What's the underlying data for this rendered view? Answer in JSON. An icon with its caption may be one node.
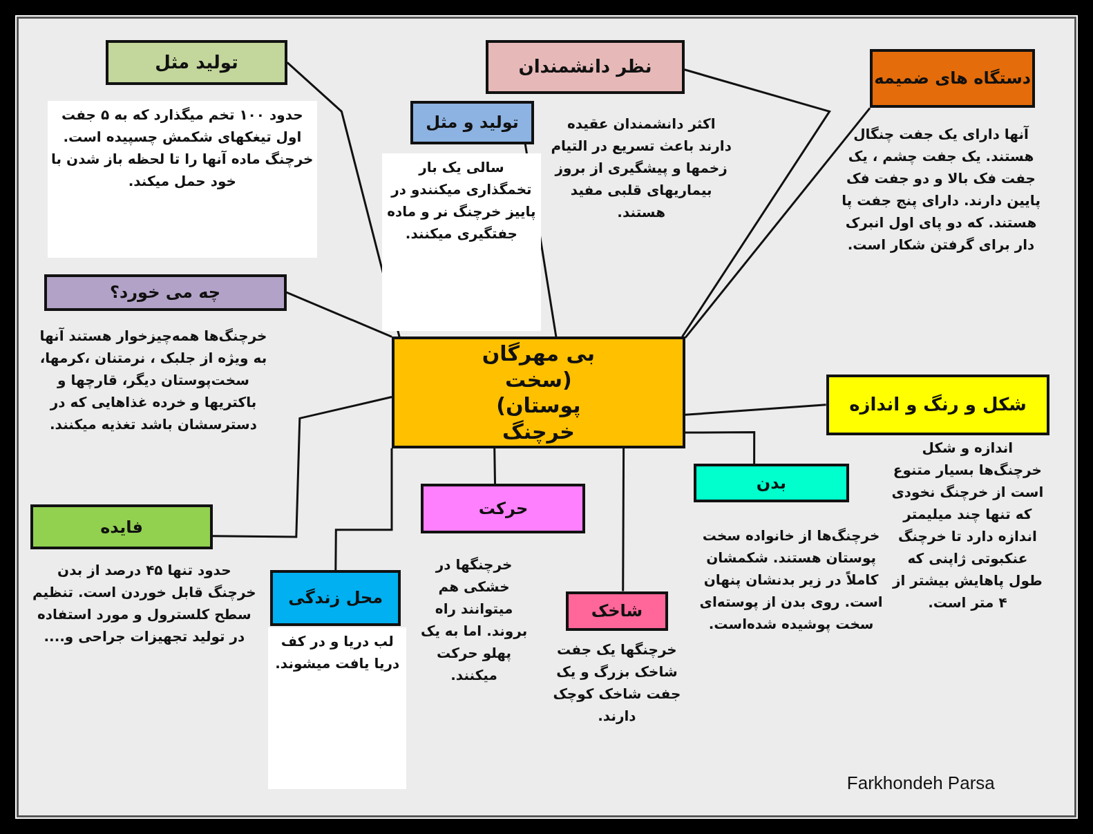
{
  "diagram": {
    "nodes": [
      {
        "text": [
          "بی مهرگان (سخت پوستان) خرچنگ"
        ]
      },
      {
        "text": [
          "تولید مثل"
        ],
        "beside": [
          "حدود ۱۰۰ تخم میگذارد که به ۵ جفت اول تیغکهای شکمش چسپیده است. خرچنگ ماده آنها را تا لحظه باز شدن با خود حمل میکند."
        ]
      },
      {
        "text": [
          "نظر دانشمندان"
        ],
        "beside": [
          "اکثر دانشمندان عقیده دارند باعث تسریع در التیام زخمها و پیشگیری از بروز بیماریهای قلبی مفید هستند."
        ]
      },
      {
        "text": [
          "دستگاه های ضمیمه"
        ],
        "beside": [
          "آنها دارای یک جفت چنگال هستند. یک جفت چشم ، یک جفت فک بالا و دو جفت فک پایین دارند. دارای پنج جفت پا هستند. که دو پای اول انبرک دار برای گرفتن شکار است."
        ]
      },
      {
        "text": [
          "تولید و مثل"
        ],
        "beside": [
          "سالی یک بار تخمگذاری میکنندو در پاییز خرچنگ نر و ماده جفتگیری میکنند."
        ]
      },
      {
        "text": [
          "چه می خورد؟"
        ],
        "beside": [
          "خرچنگ‌ها همه‌چیزخوار هستند آنها به ویژه از جلبک ، نرمتنان ،کرمها، سخت‌پوستان دیگر، قارچها و باکتریها و خرده غذاهایی که در دسترسشان باشد تغذیه میکنند."
        ]
      },
      {
        "text": [
          "شکل و رنگ و اندازه"
        ],
        "beside": [
          "اندازه و شکل خرچنگ‌ها بسیار متنوع است از خرچنگ نخودی که تنها چند میلیمتر اندازه دارد تا خرچنگ عنکبوتی ژاپنی که طول پاهایش بیشتر از ۴ متر است."
        ]
      },
      {
        "text": [
          "بدن"
        ],
        "beside": [
          "خرچنگ‌ها از خانواده سخت پوستان هستند. شکمشان کاملاً در زیر بدنشان پنهان است. روی بدن از پوسته‌ای سخت پوشیده شده‌است."
        ]
      },
      {
        "text": [
          "حرکت"
        ],
        "beside": [
          "خرچنگها در خشکی هم میتوانند راه بروند. اما به یک پهلو حرکت میکنند."
        ]
      },
      {
        "text": [
          "فایده"
        ],
        "beside": [
          "حدود تنها ۴۵ درصد از بدن خرچنگ قابل خوردن است. تنظیم سطح کلسترول و مورد استفاده در تولید تجهیزات جراحی و...."
        ]
      },
      {
        "text": [
          "محل زندگی"
        ],
        "beside": [
          "لب دریا و در کف دریا یافت میشوند."
        ]
      },
      {
        "text": [
          "شاخک"
        ],
        "beside": [
          "خرچنگها یک جفت شاخک بزرگ و یک جفت شاخک کوچک دارند."
        ]
      }
    ],
    "edges": [
      {
        "from": 1,
        "to": 0,
        "arrow": "none"
      },
      {
        "from": 2,
        "to": 0,
        "arrow": "none"
      },
      {
        "from": 3,
        "to": 0,
        "arrow": "none"
      },
      {
        "from": 4,
        "to": 0,
        "arrow": "none"
      },
      {
        "from": 5,
        "to": 0,
        "arrow": "none"
      },
      {
        "from": 6,
        "to": 0,
        "arrow": "none"
      },
      {
        "from": 7,
        "to": 0,
        "arrow": "none"
      },
      {
        "from": 8,
        "to": 0,
        "arrow": "none"
      },
      {
        "from": 9,
        "to": 0,
        "arrow": "none"
      },
      {
        "from": 10,
        "to": 0,
        "arrow": "none"
      },
      {
        "from": 11,
        "to": 0,
        "arrow": "none"
      }
    ],
    "labels": [
      "Farkhondeh Parsa"
    ]
  }
}
